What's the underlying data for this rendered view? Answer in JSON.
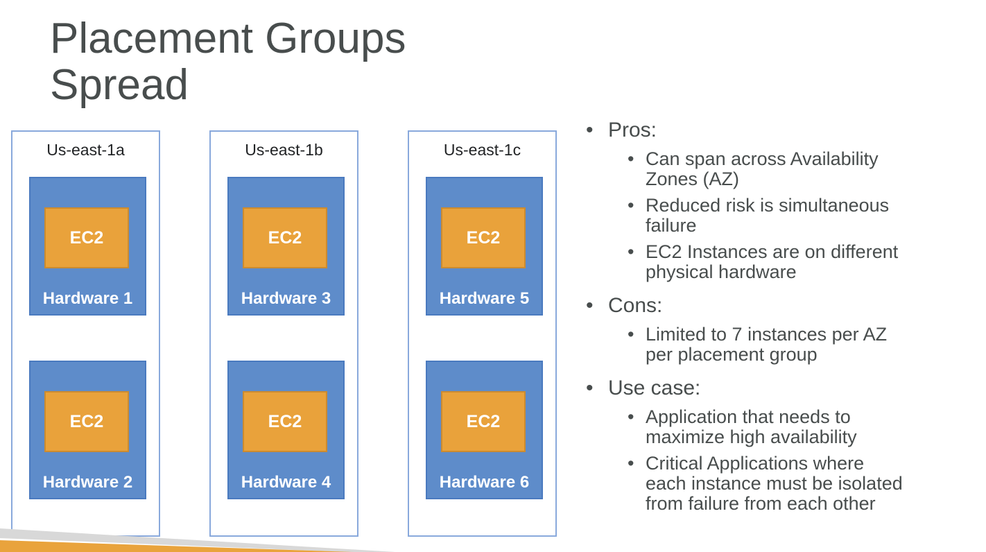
{
  "slide": {
    "title": "Placement Groups Spread",
    "title_lines": [
      "Placement Groups",
      "Spread"
    ]
  },
  "diagram": {
    "az_columns": [
      {
        "label": "Us-east-1a",
        "hardware": [
          {
            "name": "Hardware 1",
            "instance": "EC2"
          },
          {
            "name": "Hardware 2",
            "instance": "EC2"
          }
        ]
      },
      {
        "label": "Us-east-1b",
        "hardware": [
          {
            "name": "Hardware 3",
            "instance": "EC2"
          },
          {
            "name": "Hardware 4",
            "instance": "EC2"
          }
        ]
      },
      {
        "label": "Us-east-1c",
        "hardware": [
          {
            "name": "Hardware 5",
            "instance": "EC2"
          },
          {
            "name": "Hardware 6",
            "instance": "EC2"
          }
        ]
      }
    ]
  },
  "notes": {
    "items": [
      {
        "level": 1,
        "lines": [
          "Pros:"
        ]
      },
      {
        "level": 2,
        "lines": [
          "Can span across Availability",
          "Zones (AZ)"
        ]
      },
      {
        "level": 2,
        "lines": [
          "Reduced risk is simultaneous",
          "failure"
        ]
      },
      {
        "level": 2,
        "lines": [
          "EC2 Instances are on different",
          "physical hardware"
        ]
      },
      {
        "level": 1,
        "lines": [
          "Cons:"
        ]
      },
      {
        "level": 2,
        "lines": [
          "Limited to 7 instances per AZ",
          "per placement group"
        ]
      },
      {
        "level": 1,
        "lines": [
          "Use case:"
        ]
      },
      {
        "level": 2,
        "lines": [
          "Application that needs to",
          "maximize high availability"
        ]
      },
      {
        "level": 2,
        "lines": [
          "Critical Applications where",
          "each instance must be isolated",
          "from failure from each other"
        ]
      }
    ]
  },
  "colors": {
    "text_dark": "#484D4D",
    "az_border": "#89A9DC",
    "hardware_blue": "#5E8CCA",
    "hardware_border": "#4A7ABF",
    "ec2_orange": "#E9A23B",
    "ec2_border": "#CB8B30",
    "footer_gray": "#D8D8D8",
    "footer_orange": "#E9A33C"
  }
}
